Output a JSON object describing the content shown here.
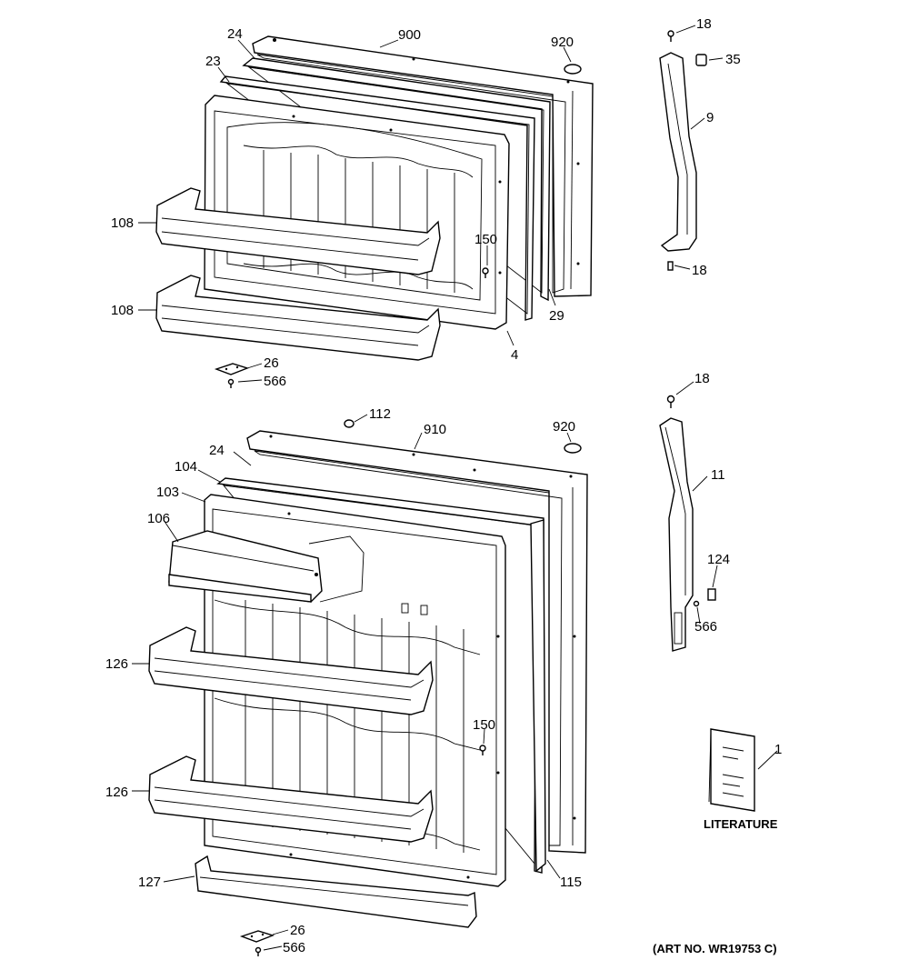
{
  "callouts": {
    "c18a": "18",
    "c900": "900",
    "c24a": "24",
    "c920a": "920",
    "c35": "35",
    "c23": "23",
    "c9": "9",
    "c108a": "108",
    "c150a": "150",
    "c18b": "18",
    "c108b": "108",
    "c29": "29",
    "c4": "4",
    "c26a": "26",
    "c566a": "566",
    "c18c": "18",
    "c112": "112",
    "c910": "910",
    "c920b": "920",
    "c24b": "24",
    "c104": "104",
    "c11": "11",
    "c103": "103",
    "c106": "106",
    "c124": "124",
    "c566b": "566",
    "c126a": "126",
    "c150b": "150",
    "c1": "1",
    "c126b": "126",
    "c115": "115",
    "c127": "127",
    "c26b": "26",
    "c566c": "566"
  },
  "labels": {
    "literature": "LITERATURE",
    "art_number": "(ART NO. WR19753 C)"
  }
}
